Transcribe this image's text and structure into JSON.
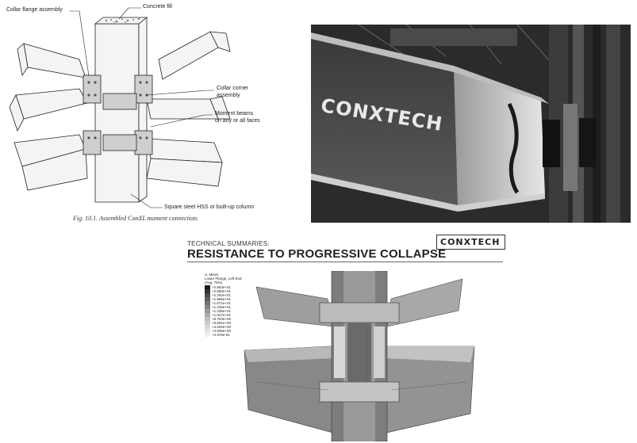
{
  "drawing": {
    "callouts": {
      "collar_flange": "Collar flange assembly",
      "concrete_fill": "Concrete fill",
      "collar_corner_1": "Collar corner",
      "collar_corner_2": "assembly",
      "moment_beams_1": "Moment beams",
      "moment_beams_2": "on any or all faces",
      "column": "Square steel HSS or built-up column"
    },
    "caption": "Fig. 10.1. Assembled ConXL moment connection."
  },
  "photo": {
    "logo": "CONXTECH"
  },
  "summary": {
    "label": "TECHNICAL SUMMARIES:",
    "title": "RESISTANCE TO PROGRESSIVE COLLAPSE",
    "logo": "CONXTECH",
    "legend_header": [
      "S, Mises",
      "Lower Flange, Left End",
      "(Avg: 75%)"
    ],
    "legend_values": [
      "+2.893e+01",
      "+2.580e+01",
      "+2.262e+01",
      "+1.966e+01",
      "+1.671e+01",
      "+1.445e+01",
      "+1.236e+01",
      "+1.027e+01",
      "+8.763e+00",
      "+6.691e+00",
      "+4.600e+00",
      "+2.509e+00",
      "+4.475e-01"
    ],
    "legend_colors": [
      "#1a1a1a",
      "#333333",
      "#4a4a4a",
      "#5e5e5e",
      "#727272",
      "#868686",
      "#999999",
      "#acacac",
      "#bebebe",
      "#cccccc",
      "#d8d8d8",
      "#e4e4e4",
      "#efefef"
    ]
  }
}
